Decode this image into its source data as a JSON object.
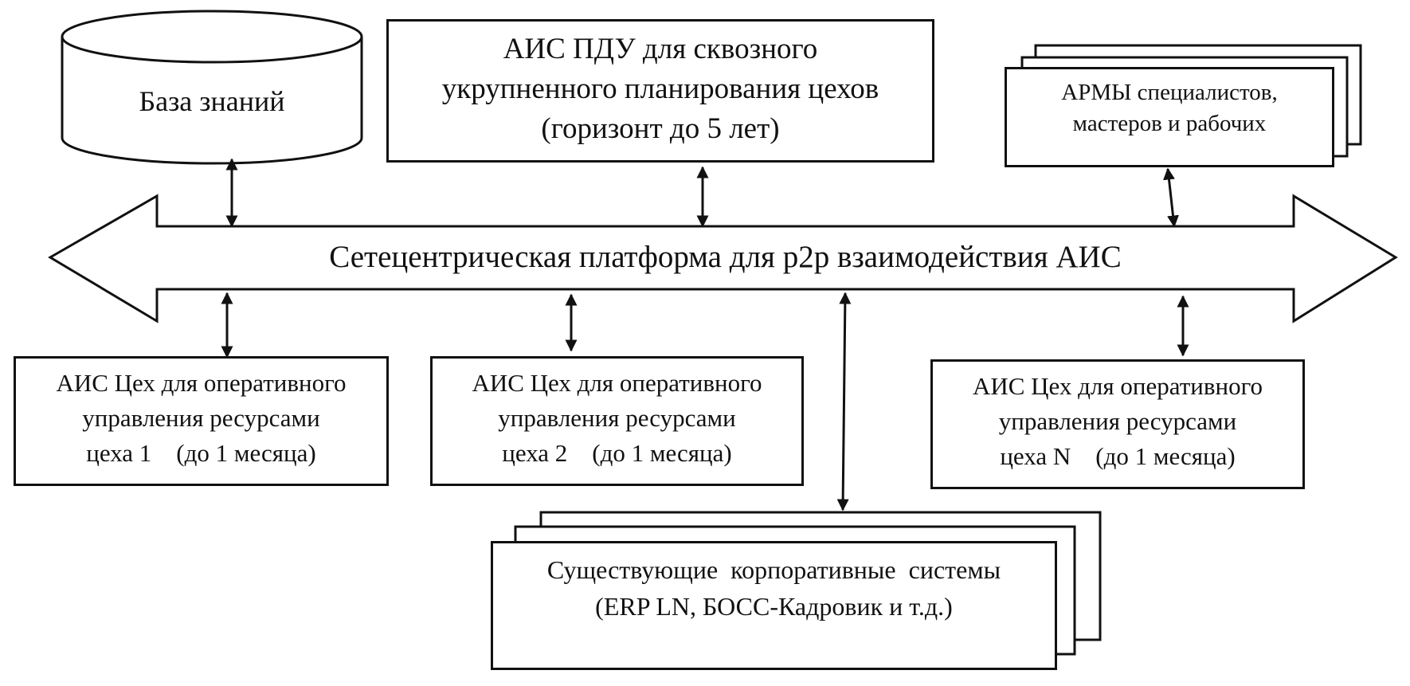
{
  "title": "Сетецентрическая платформа для p2p взаимодействия АИС",
  "colors": {
    "stroke": "#111111",
    "fill": "#ffffff"
  },
  "nodes": {
    "knowledge_base": {
      "label": "База знаний",
      "shape": "cylinder"
    },
    "ais_pdu": {
      "label": "АИС ПДУ для сквозного\nукрупненного планирования цехов\n(горизонт до 5 лет)",
      "shape": "rectangle"
    },
    "arm": {
      "label": "АРМЫ специалистов,\nмастеров и рабочих",
      "shape": "stacked-rectangles"
    },
    "platform": {
      "label": "Сетецентрическая платформа для p2p взаимодействия АИС",
      "shape": "double-arrow"
    },
    "shop_1": {
      "label": "АИС Цех для оперативного\nуправления ресурсами\nцеха 1    (до 1 месяца)",
      "shape": "rectangle"
    },
    "shop_2": {
      "label": "АИС Цех для оперативного\nуправления ресурсами\nцеха 2    (до 1 месяца)",
      "shape": "rectangle"
    },
    "shop_n": {
      "label": "АИС Цех для оперативного\nуправления ресурсами\nцеха N    (до 1 месяца)",
      "shape": "rectangle"
    },
    "corporate": {
      "label": "Существующие  корпоративные  системы\n(ERP LN, БОСС-Кадровик и т.д.)",
      "shape": "stacked-rectangles"
    }
  },
  "edges": [
    {
      "from": "knowledge_base",
      "to": "platform",
      "type": "bidirectional"
    },
    {
      "from": "ais_pdu",
      "to": "platform",
      "type": "bidirectional"
    },
    {
      "from": "arm",
      "to": "platform",
      "type": "bidirectional"
    },
    {
      "from": "platform",
      "to": "shop_1",
      "type": "bidirectional"
    },
    {
      "from": "platform",
      "to": "shop_2",
      "type": "bidirectional"
    },
    {
      "from": "platform",
      "to": "corporate",
      "type": "bidirectional"
    },
    {
      "from": "platform",
      "to": "shop_n",
      "type": "bidirectional"
    }
  ]
}
